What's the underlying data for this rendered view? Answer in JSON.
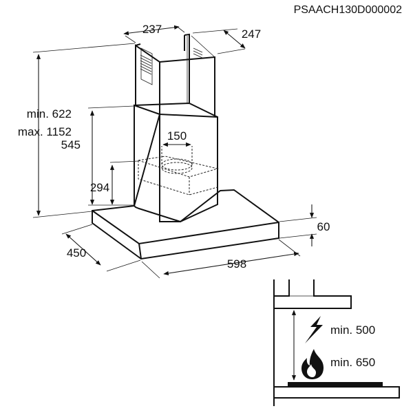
{
  "document_code": "PSAACH130D000002",
  "dimensions": {
    "chimney_width": "237",
    "chimney_depth": "247",
    "height_min": "min. 622",
    "height_max": "max. 1152",
    "upper_chimney": "545",
    "outlet_diameter": "150",
    "outlet_height": "294",
    "canopy_thickness": "60",
    "canopy_depth": "450",
    "canopy_width": "598"
  },
  "clearances": {
    "electric_label": "min. 500",
    "gas_label": "min. 650"
  },
  "icons": [
    "lightning-icon",
    "flame-icon"
  ]
}
